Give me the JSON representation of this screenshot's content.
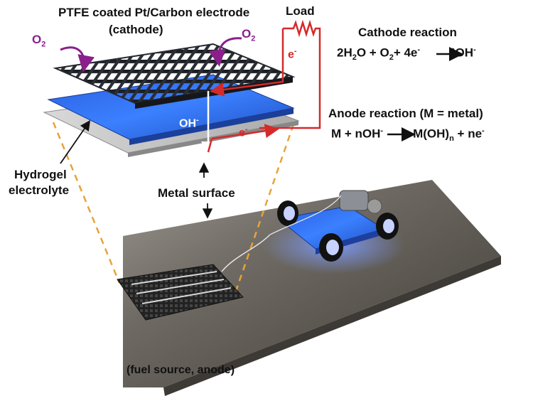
{
  "labels": {
    "cathode_title": "PTFE coated Pt/Carbon electrode",
    "cathode_sub": "(cathode)",
    "o2_left": "O",
    "o2_right": "O",
    "o2_subscript": "2",
    "load": "Load",
    "electron_top": "e",
    "electron_bottom": "e",
    "electron_sup": "-",
    "hydroxide": "OH",
    "hydroxide_sup": "-",
    "hydrogel_line1": "Hydrogel",
    "hydrogel_line2": "electrolyte",
    "metal_surface": "Metal surface",
    "fuel_source": "(fuel source, anode)"
  },
  "reactions": {
    "cathode_title": "Cathode reaction",
    "cathode_eq": {
      "a": "2H",
      "a_sub": "2",
      "b": "O + O",
      "b_sub": "2",
      "c": "+ 4e",
      "c_sup": "-",
      "d": "4OH",
      "d_sup": "-"
    },
    "anode_title": "Anode reaction (M = metal)",
    "anode_eq": {
      "a": "M + nOH",
      "a_sup": "-",
      "b": "M(OH)",
      "b_sub": "n",
      "c": "+ ne",
      "c_sup": "-"
    }
  },
  "colors": {
    "electrode_mesh": "#1c1f24",
    "electrolyte": "#2f6ee6",
    "metal_sheet": "#c9c9c9",
    "circuit": "#d62a2a",
    "oxygen_arrow": "#8a1f8c",
    "guide_dash": "#e8a23a",
    "anode_plate": "#6e6a63",
    "car_chassis": "#4a78f0"
  }
}
